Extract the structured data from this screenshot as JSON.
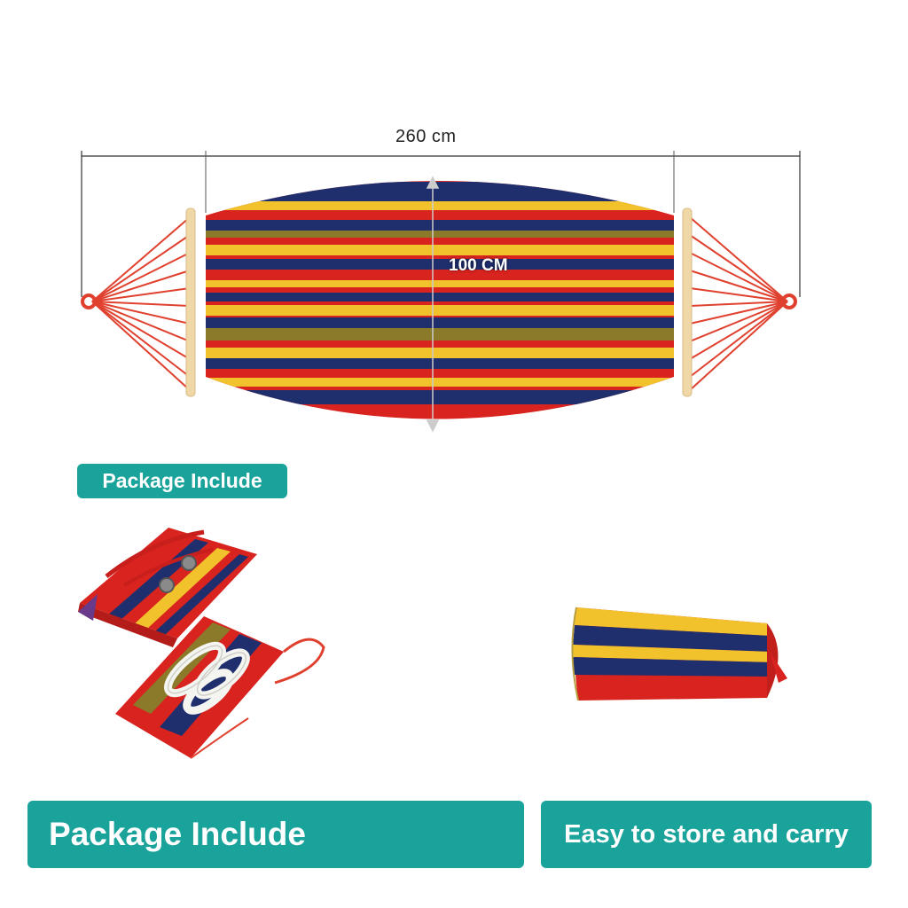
{
  "dimensions": {
    "length_label": "260 cm",
    "width_label": "100 CM"
  },
  "labels": {
    "package_small": "Package Include",
    "package_large": "Package Include",
    "easy_store": "Easy to store and carry"
  },
  "colors": {
    "accent_teal": "#1aa39a",
    "stripe_red": "#d8231f",
    "stripe_navy": "#1f2f6e",
    "stripe_yellow": "#f2c22c",
    "stripe_olive": "#8a7a2a",
    "rope": "#e0412f",
    "wood": "#f0d7a8"
  }
}
